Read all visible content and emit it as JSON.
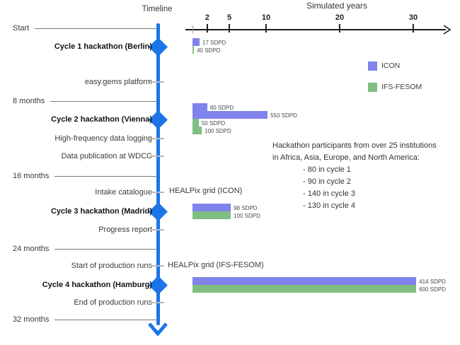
{
  "figure": {
    "timeline_header": "Timeline",
    "axis_title": "Simulated years"
  },
  "colors": {
    "timeline_blue": "#1b75e8",
    "icon_purple": "#8083ea",
    "ifs_fesom_green": "#7fbd81",
    "axis_black": "#1a1a1a"
  },
  "legend": {
    "items": [
      {
        "label": "ICON",
        "color": "#8083ea"
      },
      {
        "label": "IFS-FESOM",
        "color": "#7fbd81"
      }
    ]
  },
  "timeline": {
    "rows": [
      {
        "label": "Start"
      },
      {
        "label": "Cycle 1 hackathon (Berlin)"
      },
      {
        "label": "easy.gems platform"
      },
      {
        "label": "8 months"
      },
      {
        "label": "Cycle 2 hackathon (Vienna)"
      },
      {
        "label": "High-frequency data logging"
      },
      {
        "label": "Data publication at WDCC"
      },
      {
        "label": "16 months"
      },
      {
        "label": "Intake catalogue"
      },
      {
        "label": "Cycle 3 hackathon (Madrid)"
      },
      {
        "label": "Progress report"
      },
      {
        "label": "24 months"
      },
      {
        "label": "Start of production runs"
      },
      {
        "label": "Cycle 4 hackathon (Hamburg)"
      },
      {
        "label": "End of production runs"
      },
      {
        "label": "32 months"
      }
    ]
  },
  "annotations": {
    "healpix_icon": "HEALPix grid (ICON)",
    "healpix_ifs_fesom": "HEALPix grid (IFS-FESOM)",
    "participants": {
      "intro": [
        "Hackathon participants from over 25 institutions",
        "in Africa, Asia, Europe, and North America:"
      ],
      "bullets": [
        "- 80 in cycle 1",
        "- 90 in cycle 2",
        "- 140 in cycle 3",
        "- 130 in cycle 4"
      ]
    }
  },
  "chart_data": {
    "type": "bar",
    "orientation": "horizontal",
    "x_axis": {
      "title": "Simulated years",
      "ticks": [
        2,
        5,
        10,
        20,
        30
      ],
      "range": [
        0,
        35
      ]
    },
    "legend_entries": [
      "ICON",
      "IFS-FESOM"
    ],
    "cycles": [
      {
        "cycle": "Cycle 1 hackathon (Berlin)",
        "bars": [
          {
            "model": "ICON",
            "label": "17 SDPD",
            "sdpd": 17,
            "years": 0.95
          },
          {
            "model": "IFS-FESOM",
            "label": "40 SDPD",
            "sdpd": 40,
            "years": 0.2
          }
        ]
      },
      {
        "cycle": "Cycle 2 hackathon (Vienna)",
        "bars": [
          {
            "model": "ICON",
            "label": "80 SDPD",
            "sdpd": 80,
            "years": 2.0
          },
          {
            "model": "ICON",
            "label": "550 SDPD",
            "sdpd": 550,
            "years": 10.2
          },
          {
            "model": "IFS-FESOM",
            "label": "50 SDPD",
            "sdpd": 50,
            "years": 0.85
          },
          {
            "model": "IFS-FESOM",
            "label": "100 SDPD",
            "sdpd": 100,
            "years": 1.25
          }
        ]
      },
      {
        "cycle": "Cycle 3 hackathon (Madrid)",
        "bars": [
          {
            "model": "ICON",
            "label": "98 SDPD",
            "sdpd": 98,
            "years": 5.2
          },
          {
            "model": "IFS-FESOM",
            "label": "100 SDPD",
            "sdpd": 100,
            "years": 5.2
          }
        ]
      },
      {
        "cycle": "Cycle 4 hackathon (Hamburg)",
        "bars": [
          {
            "model": "ICON",
            "label": "414 SDPD",
            "sdpd": 414,
            "years": 30.4
          },
          {
            "model": "IFS-FESOM",
            "label": "600 SDPD",
            "sdpd": 600,
            "years": 30.4
          }
        ]
      }
    ]
  }
}
